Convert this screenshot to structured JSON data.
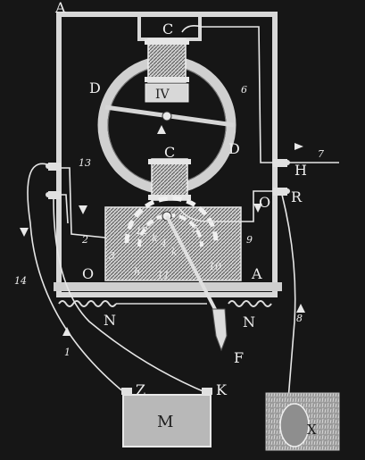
{
  "labels": {
    "A_top": "A",
    "A_right": "A",
    "C_top": "C",
    "C_bottom": "C",
    "D_left": "D",
    "D_right": "D",
    "IV": "IV",
    "H": "H",
    "R": "R",
    "O_right": "O",
    "O_left": "O",
    "N_left": "N",
    "N_right": "N",
    "F": "F",
    "Z": "Z",
    "K": "K",
    "M": "M",
    "X": "X"
  },
  "numbers": {
    "n1": "1",
    "n2": "2",
    "n3": "3",
    "n4": "4",
    "n5": "5",
    "n6": "6",
    "n7": "7",
    "n8": "8",
    "n9": "9",
    "n10": "10",
    "n11": "11",
    "n12": "12",
    "n13": "13",
    "n14": "14",
    "h": "h",
    "k1": "k",
    "k2": "k"
  }
}
